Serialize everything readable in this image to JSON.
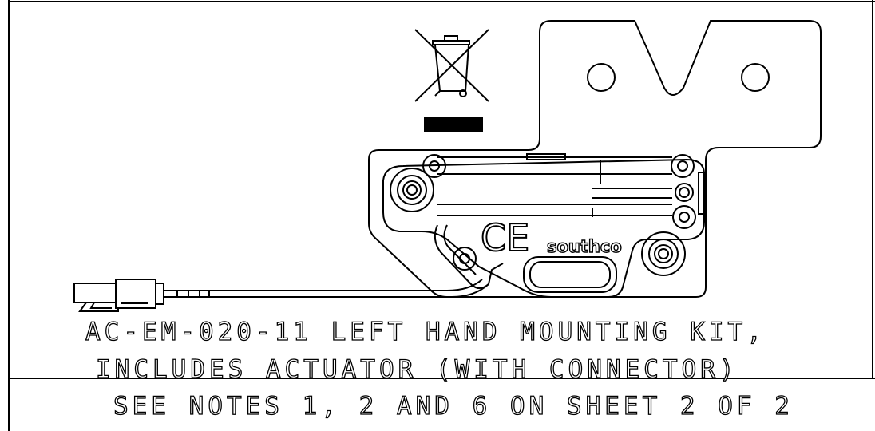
{
  "drawing": {
    "brand_logo": "southco",
    "ce_mark": "CE",
    "icons": [
      "crossed-out-wheelie-bin-icon",
      "solid-bar"
    ],
    "caption_lines": [
      "AC-EM-020-11 LEFT HAND MOUNTING KIT,",
      "INCLUDES ACTUATOR (WITH CONNECTOR)",
      "SEE NOTES 1, 2 AND 6 ON SHEET 2 OF 2"
    ],
    "colors": {
      "line": "#000000",
      "background": "#ffffff"
    }
  }
}
